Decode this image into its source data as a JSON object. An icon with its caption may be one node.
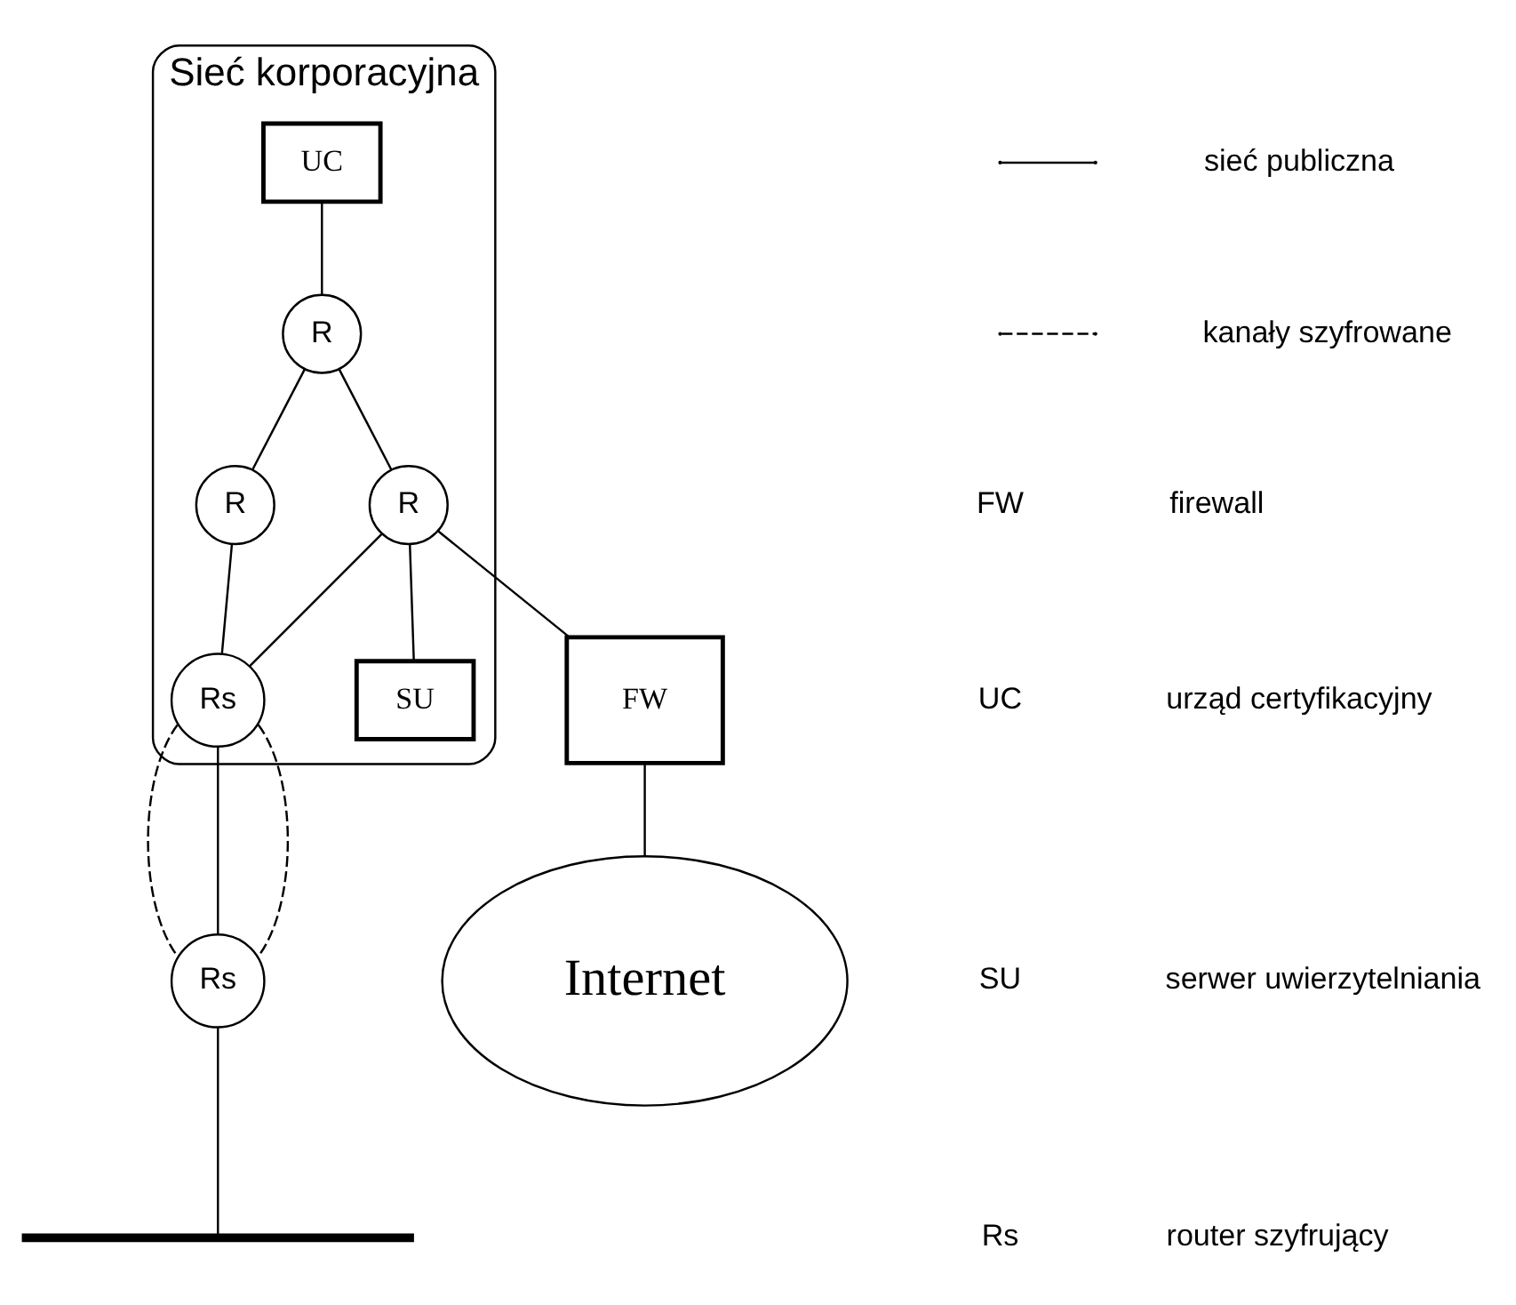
{
  "diagram": {
    "nodes": [
      {
        "text": [
          "Sieć korporacyjna"
        ]
      },
      {
        "text": [
          "UC"
        ],
        "in": 0
      },
      {
        "text": [
          "R"
        ],
        "in": 0
      },
      {
        "text": [
          "R"
        ],
        "in": 0
      },
      {
        "text": [
          "SU"
        ],
        "in": 0
      },
      {
        "text": [
          "R"
        ],
        "in": 0
      },
      {
        "text": [
          "Rs"
        ],
        "in": 0
      },
      {
        "text": [
          "FW"
        ]
      },
      {
        "text": [
          "Internet"
        ]
      },
      {
        "text": [
          "Rs"
        ]
      },
      {
        "text": [],
        "shape": "bar"
      }
    ],
    "edges": [
      {
        "from": 1,
        "to": 2,
        "arrow": "none"
      },
      {
        "from": 2,
        "to": 3,
        "arrow": "none"
      },
      {
        "from": 3,
        "to": 7,
        "arrow": "none"
      },
      {
        "from": 3,
        "to": 4,
        "arrow": "none"
      },
      {
        "from": 2,
        "to": 5,
        "arrow": "none"
      },
      {
        "from": 3,
        "to": 6,
        "arrow": "none"
      },
      {
        "from": 5,
        "to": 6,
        "arrow": "none"
      },
      {
        "from": 7,
        "to": 8,
        "arrow": "none"
      },
      {
        "from": 6,
        "to": 9,
        "arrow": "none",
        "style": "dashed"
      },
      {
        "from": 6,
        "to": 9,
        "arrow": "none"
      },
      {
        "from": 6,
        "to": 9,
        "arrow": "none",
        "style": "dashed"
      },
      {
        "from": 9,
        "to": 10,
        "arrow": "none"
      }
    ],
    "labels": [
      "FW",
      "firewall",
      "UC",
      "urząd certyfikacyjny",
      "SU",
      "serwer uwierzytelniania",
      "Rs",
      "router szyfrujący"
    ],
    "legend": [
      {
        "text": "sieć publiczna"
      },
      {
        "text": "kanały szyfrowane"
      }
    ]
  }
}
